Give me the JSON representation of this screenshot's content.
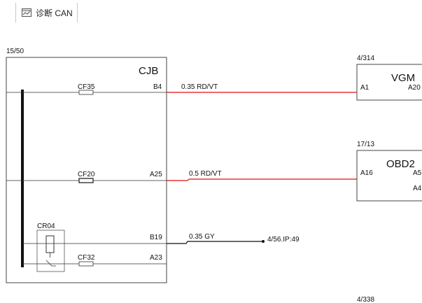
{
  "tab": {
    "label": "诊断 CAN",
    "icon": "diagram-document-icon"
  },
  "colors": {
    "wire_red": "#e01010",
    "wire_black": "#000000",
    "frame": "#444444"
  },
  "pages": {
    "cjb_page": "15/50",
    "vgm_page": "4/314",
    "obd2_page": "17/13",
    "bottom_page": "4/338"
  },
  "modules": {
    "cjb": "CJB",
    "vgm": "VGM",
    "obd2": "OBD2"
  },
  "fuses": {
    "cf35": "CF35",
    "cf20": "CF20",
    "cf32": "CF32"
  },
  "relay": {
    "cr04": "CR04"
  },
  "pins": {
    "cjb_b4": "B4",
    "cjb_a25": "A25",
    "cjb_b19": "B19",
    "cjb_a23": "A23",
    "vgm_a1": "A1",
    "vgm_a20": "A20",
    "obd2_a16": "A16",
    "obd2_a5": "A5",
    "obd2_a4": "A4"
  },
  "wires": {
    "w1": "0.35 RD/VT",
    "w2": "0.5 RD/VT",
    "w3": "0.35 GY"
  },
  "refs": {
    "ip49": "4/56.IP:49"
  }
}
